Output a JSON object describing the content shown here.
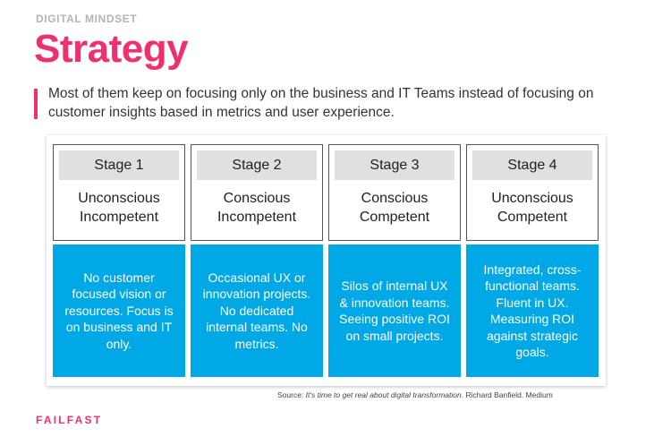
{
  "header": {
    "eyebrow": "DIGITAL MINDSET",
    "title": "Strategy",
    "subtitle": "Most of them keep on focusing only on the business and IT Teams instead of focusing on customer insights based in metrics and user experience."
  },
  "stages": [
    {
      "label": "Stage 1",
      "name_line1": "Unconscious",
      "name_line2": "Incompetent",
      "description": "No customer focused vision or resources. Focus is on business and IT only."
    },
    {
      "label": "Stage 2",
      "name_line1": "Conscious",
      "name_line2": "Incompetent",
      "description": "Occasional UX or innovation projects. No dedicated internal teams. No metrics."
    },
    {
      "label": "Stage 3",
      "name_line1": "Conscious",
      "name_line2": "Competent",
      "description": "Silos of internal UX & innovation teams. Seeing positive ROI on small projects."
    },
    {
      "label": "Stage 4",
      "name_line1": "Unconscious",
      "name_line2": "Competent",
      "description": "Integrated, cross-functional teams. Fluent in UX. Measuring ROI against strategic goals."
    }
  ],
  "source": {
    "prefix": "Source: ",
    "article": "It's time to get real about digital transformation",
    "suffix": ". Richard Banfield. Medium"
  },
  "footer": {
    "brand": "FAILFAST"
  },
  "colors": {
    "accent": "#ef2f6e",
    "stage_fill": "#00a8e6",
    "label_fill": "#e0e0e0"
  }
}
